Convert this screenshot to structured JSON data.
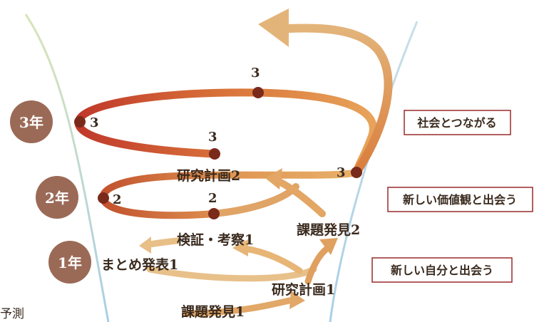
{
  "years": [
    {
      "label": "3年"
    },
    {
      "label": "2年"
    },
    {
      "label": "1年"
    }
  ],
  "markers": {
    "y3_back": "3",
    "y3_left": "3",
    "y3_front": "3",
    "y3_right": "3",
    "y2_left": "2",
    "y2_front": "2"
  },
  "steps": {
    "kadai1": "課題発見1",
    "keikaku1": "研究計画1",
    "matome1": "まとめ発表1",
    "kensho1": "検証・考察1",
    "kadai2": "課題発見2",
    "keikaku2": "研究計画2"
  },
  "goals": [
    {
      "label": "社会とつながる"
    },
    {
      "label": "新しい価値観と出会う"
    },
    {
      "label": "新しい自分と出会う"
    }
  ],
  "corner_text": "予測",
  "colors": {
    "year_circle": "#9b6a57",
    "goal_border": "#9a2a2a",
    "spiral_light": "#e8bf78",
    "spiral_mid": "#d58a3e",
    "spiral_dark": "#c0392b",
    "dot": "#7a2a1a"
  }
}
